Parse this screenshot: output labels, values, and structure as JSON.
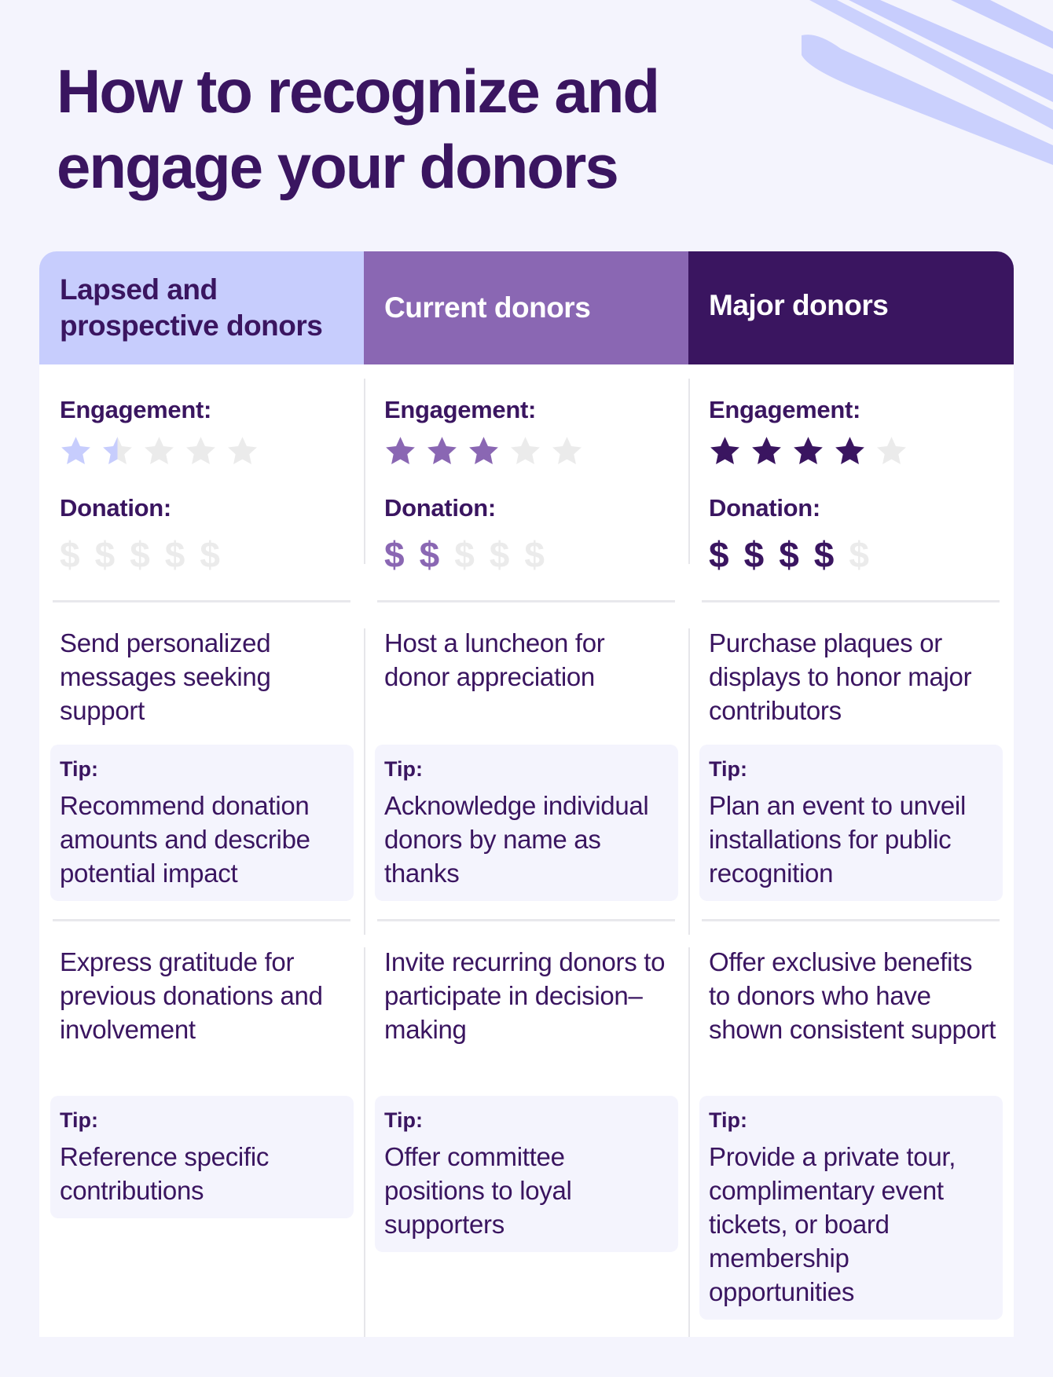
{
  "title": {
    "line1": "How to recognize and",
    "line2": "engage your donors"
  },
  "colors": {
    "background": "#f4f4fd",
    "text_dark": "#3a1560",
    "header_lapsed": "#c7cdfd",
    "header_current": "#8a67b3",
    "header_major": "#3a1560",
    "icon_empty": "#ebebeb",
    "tip_bg": "#f4f4fd"
  },
  "columns": [
    {
      "header_line1": "Lapsed and",
      "header_line2": "prospective donors",
      "engagement_label": "Engagement:",
      "engagement_stars": 1.5,
      "donation_label": "Donation:",
      "donation_dollars": 0,
      "dollar_glyph": "$",
      "rows": [
        {
          "text": "Send personalized messages seeking support",
          "tip_label": "Tip:",
          "tip_text": "Recommend donation amounts and describe potential impact"
        },
        {
          "text": "Express gratitude for previous donations and involvement",
          "tip_label": "Tip:",
          "tip_text": "Reference specific contributions"
        }
      ]
    },
    {
      "header_line1": "Current donors",
      "header_line2": "",
      "engagement_label": "Engagement:",
      "engagement_stars": 3,
      "donation_label": "Donation:",
      "donation_dollars": 2,
      "dollar_glyph": "$",
      "rows": [
        {
          "text": "Host a luncheon for donor appreciation",
          "tip_label": "Tip:",
          "tip_text": "Acknowledge individual donors by name as thanks"
        },
        {
          "text": "Invite recurring donors to participate in decision–making",
          "tip_label": "Tip:",
          "tip_text": "Offer committee positions to loyal supporters"
        }
      ]
    },
    {
      "header_line1": "Major donors",
      "header_line2": "",
      "engagement_label": "Engagement:",
      "engagement_stars": 4,
      "donation_label": "Donation:",
      "donation_dollars": 4,
      "dollar_glyph": "$",
      "rows": [
        {
          "text": "Purchase plaques or displays to honor major contributors",
          "tip_label": "Tip:",
          "tip_text": "Plan an event to unveil installations for public recognition"
        },
        {
          "text": "Offer exclusive benefits to donors who have shown consistent support",
          "tip_label": "Tip:",
          "tip_text": "Provide a private tour, complimentary event tickets, or board membership opportunities"
        }
      ]
    }
  ]
}
